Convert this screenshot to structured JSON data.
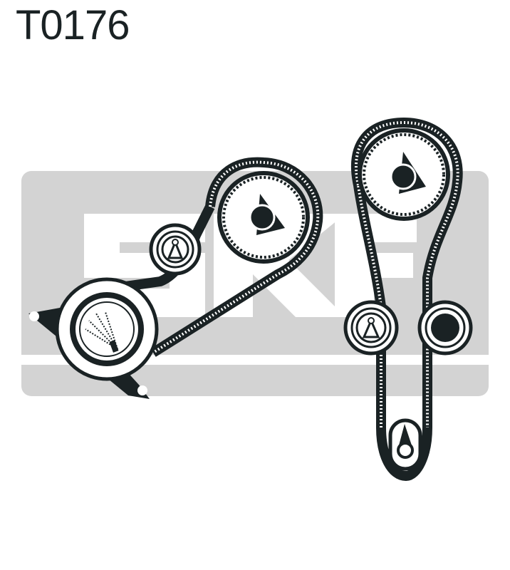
{
  "title": "T0176",
  "watermark": {
    "logo_text": "SKF",
    "background_color": "#d3d3d3"
  },
  "diagram": {
    "ink_color": "#1a2224",
    "components": [
      "camshaft-pulley-left",
      "tensioner-idler-left",
      "water-pump",
      "camshaft-pulley-right",
      "tensioner-idler-right-1",
      "idler-right-2",
      "crankshaft-pulley"
    ]
  }
}
